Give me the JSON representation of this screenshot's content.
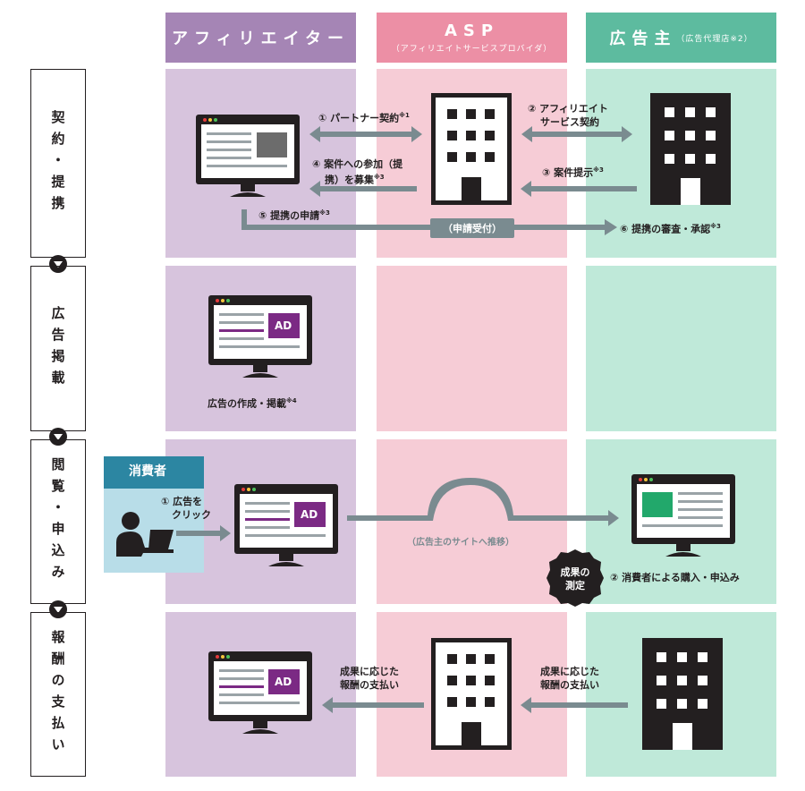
{
  "columns": [
    {
      "title": "アフィリエイター",
      "subtitle": "",
      "color": "#a585b5"
    },
    {
      "title": "ASP",
      "subtitle": "（アフィリエイトサービスプロバイダ）",
      "color": "#ec8fa5"
    },
    {
      "title": "広告主",
      "subtitle": "（広告代理店※2）",
      "color": "#5dbb9f"
    }
  ],
  "stages": [
    {
      "label": "契約・提携"
    },
    {
      "label": "広告掲載"
    },
    {
      "label": "閲覧・申込み"
    },
    {
      "label": "報酬の支払い"
    }
  ],
  "stage1": {
    "a1": "① パートナー契約",
    "a1_note": "※1",
    "a2_line1": "② アフィリエイト",
    "a2_line2": "サービス契約",
    "a3": "③ 案件提示",
    "a3_note": "※3",
    "a4_line1": "④ 案件への参加（提",
    "a4_line2": "携）を募集",
    "a4_note": "※3",
    "a5": "⑤ 提携の申請",
    "a5_note": "※3",
    "badge": "（申請受付）",
    "a6": "⑥ 提携の審査・承認",
    "a6_note": "※3"
  },
  "stage2": {
    "ad_label": "AD",
    "caption": "広告の作成・掲載",
    "caption_note": "※4"
  },
  "stage3": {
    "consumer_title": "消費者",
    "click_line1": "① 広告を",
    "click_line2": "クリック",
    "ad_label": "AD",
    "transition": "（広告主のサイトへ推移）",
    "measure_line1": "成果の",
    "measure_line2": "測定",
    "purchase": "② 消費者による購入・申込み"
  },
  "stage4": {
    "pay_line1": "成果に応じた",
    "pay_line2": "報酬の支払い",
    "pay2_line1": "成果に応じた",
    "pay2_line2": "報酬の支払い",
    "ad_label": "AD"
  },
  "colors": {
    "affiliate_bg": "#d7c4dd",
    "asp_bg": "#f6ccd6",
    "adv_bg": "#bfe9d9",
    "arrow": "#7a8b90",
    "consumer_head": "#2c86a2",
    "consumer_bg": "#b8dde8",
    "ad_purple": "#7b2a84",
    "site_green": "#22a86b"
  }
}
